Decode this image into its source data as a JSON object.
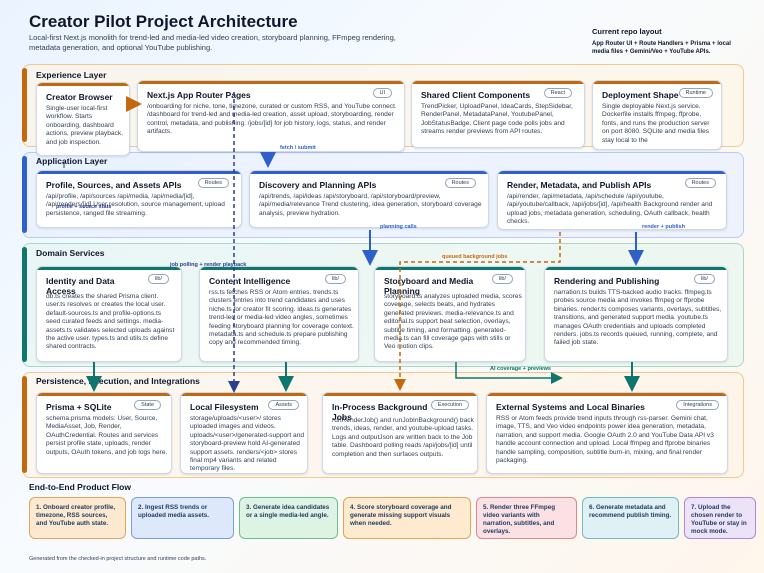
{
  "header": {
    "title": "Creator Pilot Project Architecture",
    "subtitle": "Local-first Next.js monolith for trend-led and media-led video creation, storyboard planning, FFmpeg rendering, metadata generation, and optional YouTube publishing.",
    "repo_title": "Current repo layout",
    "repo_text": "App Router UI + Route Handlers + Prisma + local media files + Gemini/Veo + YouTube APIs."
  },
  "layers": {
    "experience": "Experience Layer",
    "application": "Application Layer",
    "domain": "Domain Services",
    "persistence": "Persistence, Execution, and Integrations"
  },
  "cards": {
    "browser": {
      "title": "Creator Browser",
      "body": "Single-user local-first workflow. Starts onboarding, dashboard actions, preview playback, and job inspection."
    },
    "pages": {
      "title": "Next.js App Router Pages",
      "tag": "UI",
      "body": "/onboarding for niche, tone, timezone, curated or custom RSS, and YouTube connect. /dashboard for trend-led and media-led creation, asset upload, storyboarding, render control, metadata, and publishing. /jobs/[id] for job history, logs, status, and render artifacts."
    },
    "components": {
      "title": "Shared Client Components",
      "tag": "React",
      "body": "TrendPicker, UploadPanel, IdeaCards, StepSidebar, RenderPanel, MetadataPanel, YoutubePanel, JobStatusBadge. Client page code polls jobs and streams render previews from API routes."
    },
    "deployment": {
      "title": "Deployment Shape",
      "tag": "Runtime",
      "body": "Single deployable Next.js service. Dockerfile installs ffmpeg, ffprobe, fonts, and runs the production server on port 8080. SQLite and media files stay local to the"
    },
    "profile_api": {
      "title": "Profile, Sources, and Assets APIs",
      "tag": "Routes",
      "body": "/api/profile, /api/sources /api/media, /api/media/[id], /api/renders/[id] User resolution, source management, upload persistence, ranged file streaming."
    },
    "discovery_api": {
      "title": "Discovery and Planning APIs",
      "tag": "Routes",
      "body": "/api/trends, /api/ideas /api/storyboard, /api/storyboard/preview, /api/media/relevance Trend clustering, idea generation, storyboard coverage analysis, preview hydration."
    },
    "render_api": {
      "title": "Render, Metadata, and Publish APIs",
      "tag": "Routes",
      "body": "/api/render, /api/metadata, /api/schedule /api/youtube, /api/youtube/callback, /api/jobs/[id], /api/health Background render and upload jobs, metadata generation, scheduling, OAuth callback, health checks."
    },
    "identity": {
      "title": "Identity and Data Access",
      "tag": "lib/",
      "body": "db.ts creates the shared Prisma client. user.ts resolves or creates the local user. default-sources.ts and profile-options.ts seed curated feeds and settings. media-assets.ts validates selected uploads against the active user. types.ts and utils.ts define shared contracts."
    },
    "content": {
      "title": "Content Intelligence",
      "tag": "lib/",
      "body": "rss.ts fetches RSS or Atom entries. trends.ts clusters entries into trend candidates and uses niche.ts for creator fit scoring. ideas.ts generates trend-led or media-led video angles, sometimes feeding storyboard planning for coverage context. metadata.ts and schedule.ts prepare publishing copy and recommended timing."
    },
    "storyboard": {
      "title": "Storyboard and Media Planning",
      "tag": "lib/",
      "body": "storyboard.ts analyzes uploaded media, scores coverage, selects beats, and hydrates generated previews. media-relevance.ts and editorial.ts support beat selection, overlays, subtitle timing, and formatting. generated-media.ts can fill coverage gaps with stills or Veo motion clips."
    },
    "rendering": {
      "title": "Rendering and Publishing",
      "tag": "lib/",
      "body": "narration.ts builds TTS-backed audio tracks. ffmpeg.ts probes source media and invokes ffmpeg or ffprobe binaries. render.ts composes variants, overlays, subtitles, transitions, and generated support media. youtube.ts manages OAuth credentials and uploads completed renders. jobs.ts records queued, running, complete, and failed job state."
    },
    "prisma": {
      "title": "Prisma + SQLite",
      "tag": "State",
      "body": "schema.prisma models: User, Source, MediaAsset, Job, Render, OAuthCredential. Routes and services persist profile state, uploads, render outputs, OAuth tokens, and job logs here."
    },
    "filesystem": {
      "title": "Local Filesystem",
      "tag": "Assets",
      "body": "storage/uploads/<user>/ stores uploaded images and videos. uploads/<user>/generated-support and storyboard-preview hold AI-generated support assets. renders/<job> stores final mp4 variants and related temporary files."
    },
    "background": {
      "title": "In-Process Background Jobs",
      "tag": "Execution",
      "body": "runRenderJob() and runJobInBackground() back trends, ideas, render, and youtube-upload tasks. Logs and outputJson are written back to the Job table. Dashboard polling reads /api/jobs/[id] until completion and then surfaces outputs."
    },
    "external": {
      "title": "External Systems and Local Binaries",
      "tag": "Integrations",
      "body": "RSS or Atom feeds provide trend inputs through rss-parser. Gemini chat, image, TTS, and Veo video endpoints power idea generation, metadata, narration, and support media. Google OAuth 2.0 and YouTube Data API v3 handle account connection and upload. Local ffmpeg and ffprobe binaries handle sampling, composition, subtitle burn-in, mixing, and final render packaging."
    }
  },
  "arrow_labels": {
    "fetch_submit": "fetch / submit",
    "profile_source": "profile + source state",
    "planning_calls": "planning calls",
    "queued_jobs": "queued background jobs",
    "render_publish": "render + publish",
    "job_polling": "job polling + render playback",
    "ai_coverage": "AI coverage + previews"
  },
  "flow": {
    "title": "End-to-End Product Flow",
    "steps": [
      {
        "label": "1. Onboard creator profile, timezone, RSS sources, and YouTube auth state.",
        "bg": "#fde9d0",
        "border": "#e0a560"
      },
      {
        "label": "2. Ingest RSS trends or uploaded media assets.",
        "bg": "#dde8fb",
        "border": "#7d9fd8"
      },
      {
        "label": "3. Generate idea candidates or a single media-led angle.",
        "bg": "#ddf3e3",
        "border": "#6fbf8a"
      },
      {
        "label": "4. Score storyboard coverage and generate missing support visuals when needed.",
        "bg": "#fdeacf",
        "border": "#e3a552"
      },
      {
        "label": "5. Render three FFmpeg video variants with narration, subtitles, and overlays.",
        "bg": "#fbe1e4",
        "border": "#d98a94"
      },
      {
        "label": "6. Generate metadata and recommend publish timing.",
        "bg": "#dff1f4",
        "border": "#74b8c4"
      },
      {
        "label": "7. Upload the chosen render to YouTube or stay in mock mode.",
        "bg": "#ece3f8",
        "border": "#a88bd2"
      }
    ]
  },
  "footer": "Generated from the checked-in project structure and runtime code paths.",
  "colors": {
    "orange": "#c2680f",
    "blue": "#2f5fc9",
    "teal": "#0f766e",
    "navy": "#2b3f8c"
  }
}
